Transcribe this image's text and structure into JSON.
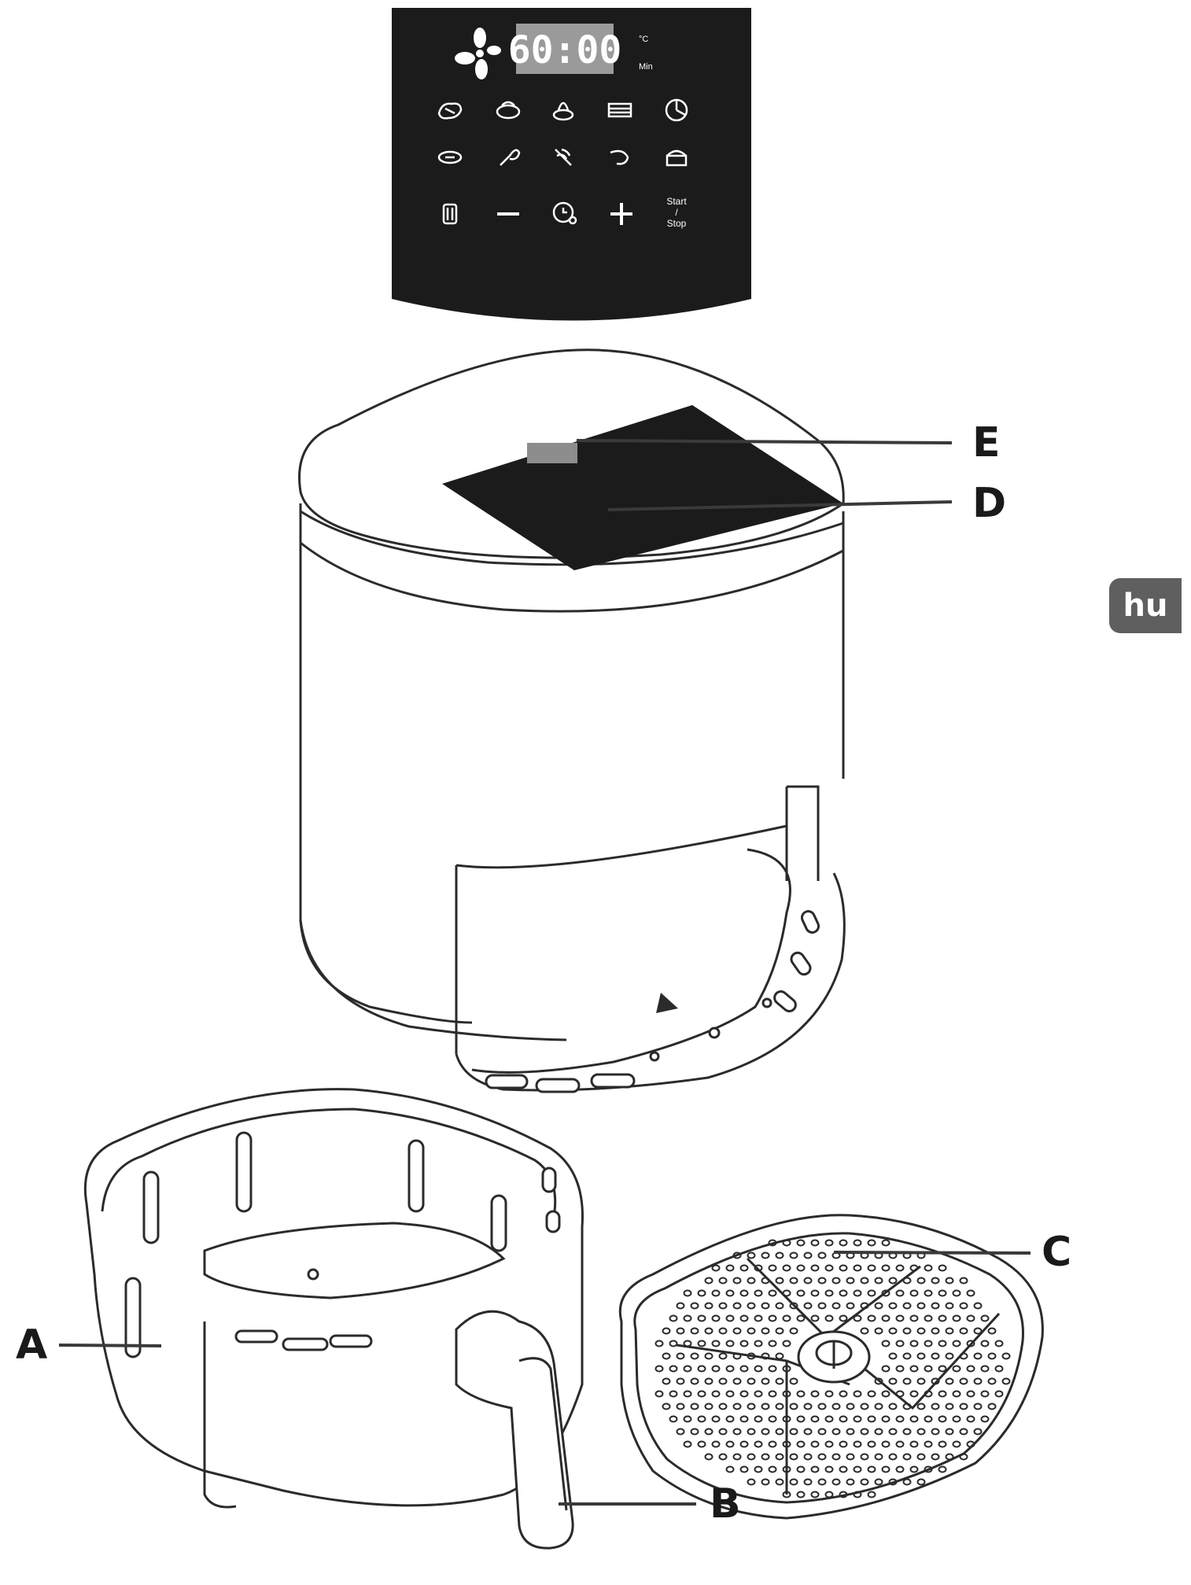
{
  "panel_inset": {
    "display_time": "60:00",
    "unit_celsius": "°C",
    "unit_min": "Min",
    "start_stop_lines": [
      "Start",
      "/",
      "Stop"
    ]
  },
  "labels": {
    "a": "A",
    "b": "B",
    "c": "C",
    "d": "D",
    "e": "E"
  },
  "language_tab": "hu",
  "colors": {
    "panel": "#1b1b1b",
    "display_bg": "#9a9a9a",
    "line": "#3a3a3a",
    "tab": "#5f5f5f"
  },
  "icons": {
    "fan": "fan-icon",
    "presets": [
      "steak-icon",
      "chicken-icon",
      "dessert-icon",
      "bacon-icon",
      "pizza-icon",
      "sausage-icon",
      "drumstick-icon",
      "vegetable-icon",
      "shrimp-icon",
      "cake-icon"
    ],
    "controls": [
      "basket-icon",
      "minus-icon",
      "timer-icon",
      "plus-icon"
    ]
  }
}
